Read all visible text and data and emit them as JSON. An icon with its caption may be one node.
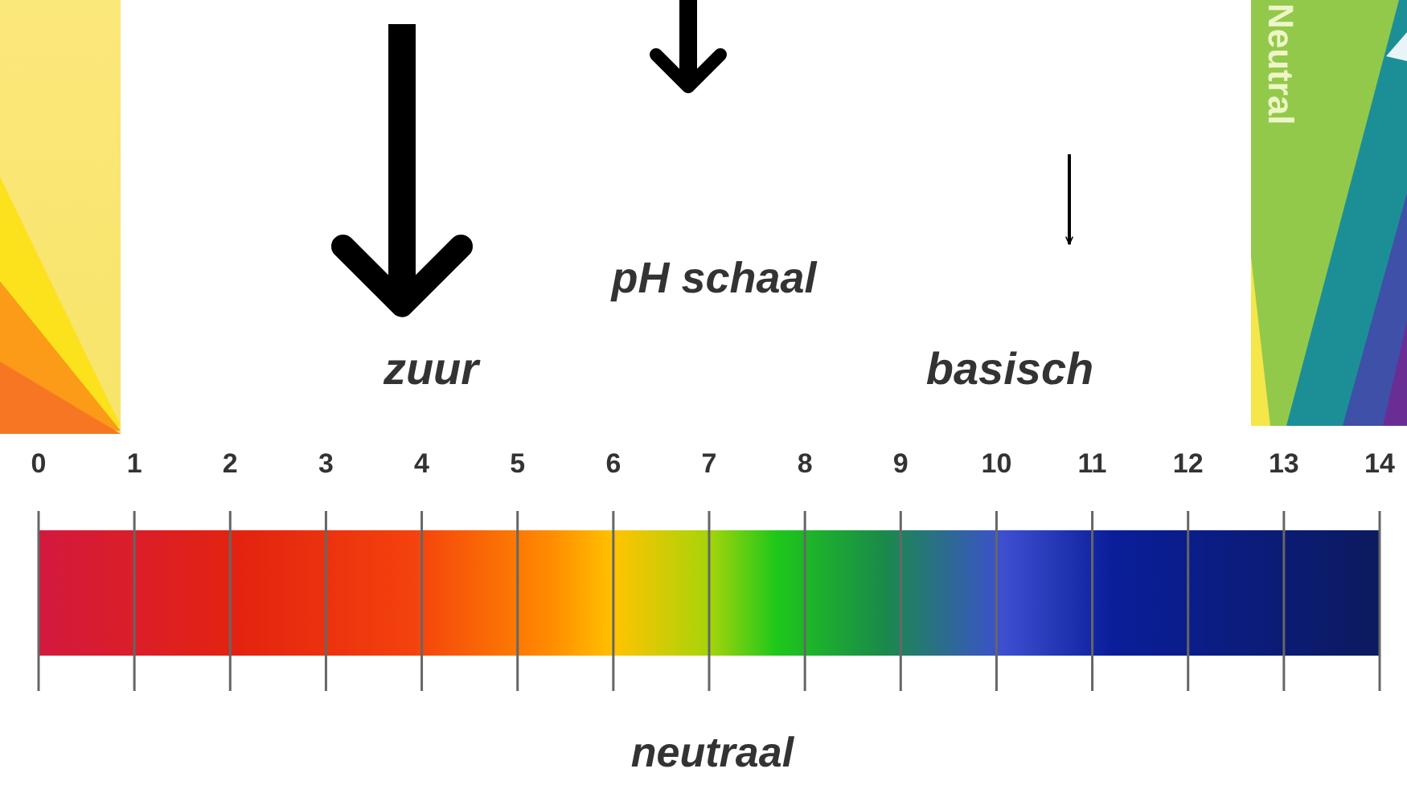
{
  "diagram": {
    "nodes": [
      {
        "text": [
          "pH schaal"
        ]
      },
      {
        "text": [
          "zuur"
        ]
      },
      {
        "text": [
          "basisch"
        ]
      }
    ],
    "labels": [
      "Neutral",
      "0",
      "1",
      "2",
      "3",
      "4",
      "5",
      "6",
      "7",
      "8",
      "9",
      "10",
      "11",
      "12",
      "13",
      "14",
      "neutraal"
    ]
  }
}
